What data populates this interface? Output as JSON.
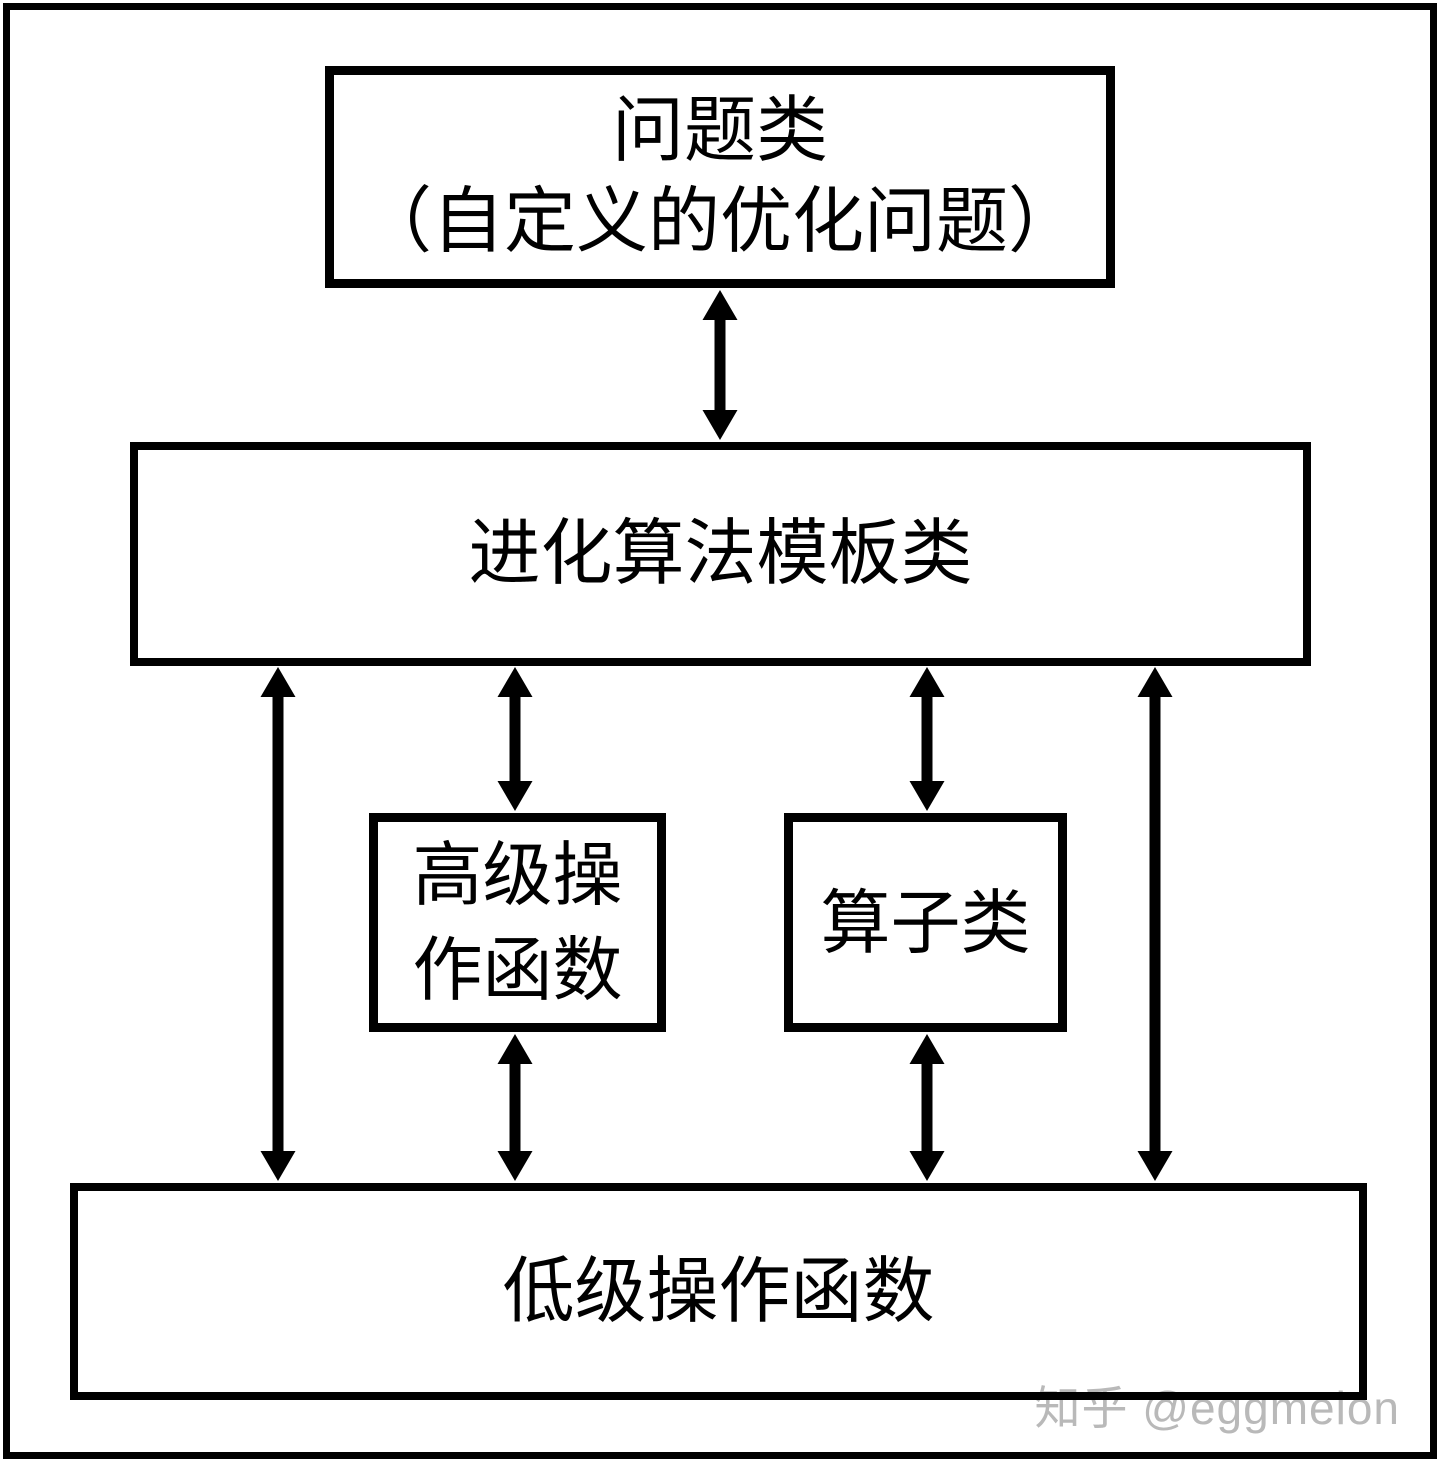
{
  "diagram": {
    "problem_box": {
      "line1": "问题类",
      "line2": "（自定义的优化问题）"
    },
    "template_box": {
      "label": "进化算法模板类"
    },
    "highlevel_box": {
      "line1": "高级操",
      "line2": "作函数"
    },
    "operator_box": {
      "label": "算子类"
    },
    "lowlevel_box": {
      "label": "低级操作函数"
    }
  },
  "watermark": {
    "label": "知乎 @eggmelon",
    "color": "#b9b9b9"
  },
  "colors": {
    "line": "#000000",
    "background": "#ffffff"
  }
}
